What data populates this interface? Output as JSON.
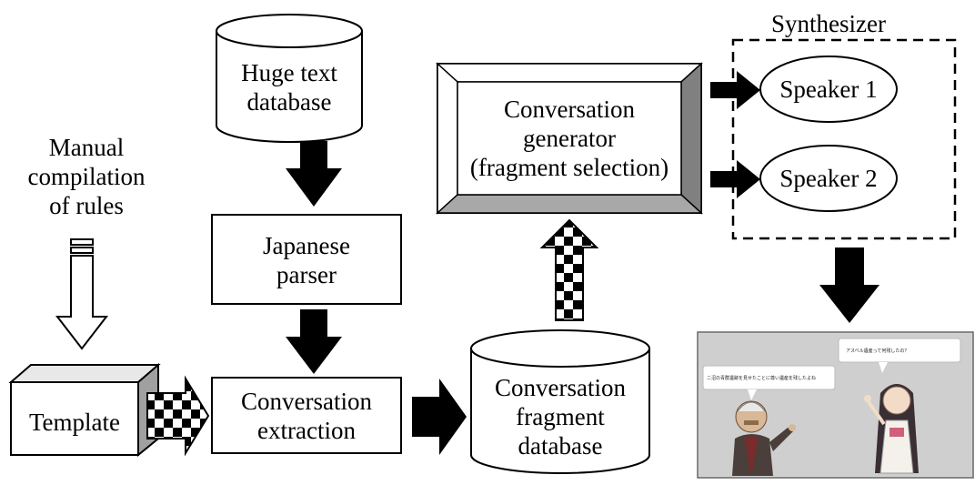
{
  "nodes": {
    "huge_text_db": [
      "Huge text",
      "database"
    ],
    "japanese_parser": [
      "Japanese",
      "parser"
    ],
    "conversation_extraction": [
      "Conversation",
      "extraction"
    ],
    "template": [
      "Template"
    ],
    "fragment_db": [
      "Conversation",
      "fragment",
      "database"
    ],
    "generator": [
      "Conversation",
      "generator",
      "(fragment selection)"
    ],
    "speaker1": [
      "Speaker 1"
    ],
    "speaker2": [
      "Speaker 2"
    ]
  },
  "labels": {
    "manual": [
      "Manual",
      "compilation",
      "of rules"
    ],
    "synthesizer": "Synthesizer"
  },
  "screenshot": {
    "bubble_left": "ニ沼の青群遺跡を見せたことに尊い遺産を残したよね",
    "bubble_right": "アスベル遺産って何残したの？"
  },
  "colors": {
    "arrow_black": "#000000",
    "bevel_light": "#ffffff",
    "bevel_dark": "#808080",
    "screen_bg": "#cfcfcf"
  }
}
